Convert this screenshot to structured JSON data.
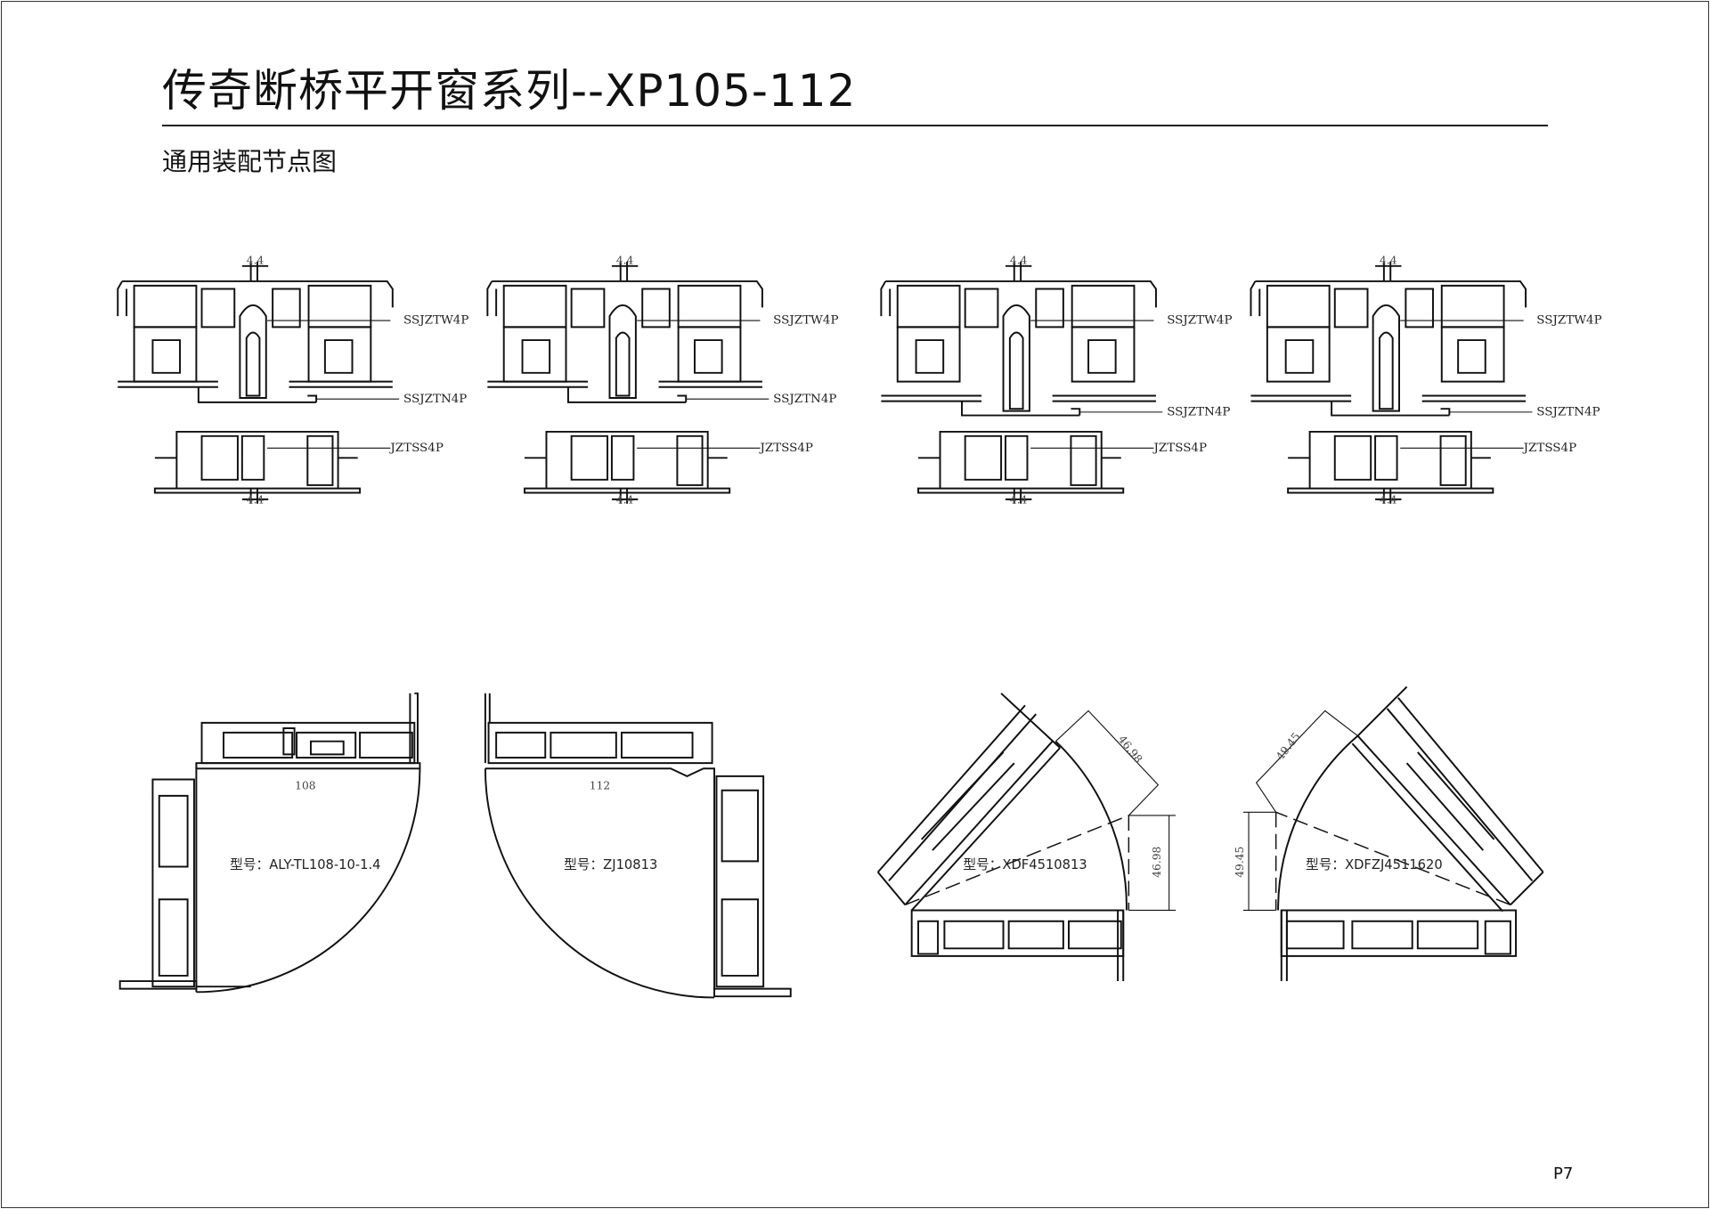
{
  "header": {
    "title": "传奇断桥平开窗系列--XP105-112",
    "subtitle": "通用装配节点图"
  },
  "top_nodes": [
    {
      "labels": [
        "SSJZTW4P",
        "SSJZTN4P",
        "JZTSS4P"
      ],
      "dims": [
        "4.4",
        "4.4"
      ]
    },
    {
      "labels": [
        "SSJZTW4P",
        "SSJZTN4P",
        "JZTSS4P"
      ],
      "dims": [
        "4.4",
        "4.4"
      ]
    },
    {
      "labels": [
        "SSJZTW4P",
        "SSJZTN4P",
        "JZTSS4P"
      ],
      "dims": [
        "4.4",
        "4.4"
      ]
    },
    {
      "labels": [
        "SSJZTW4P",
        "SSJZTN4P",
        "JZTSS4P"
      ],
      "dims": [
        "4.4",
        "4.4"
      ]
    }
  ],
  "corner_nodes": [
    {
      "model": "型号：ALY-TL108-10-1.4",
      "dim": "108"
    },
    {
      "model": "型号：ZJ10813",
      "dim": "112"
    },
    {
      "model": "型号：XDF4510813",
      "dim_a": "46.98",
      "dim_b": "46.98"
    },
    {
      "model": "型号：XDFZJ4511620",
      "dim_a": "49.45",
      "dim_b": "49.45"
    }
  ],
  "footer": {
    "page": "P7"
  }
}
